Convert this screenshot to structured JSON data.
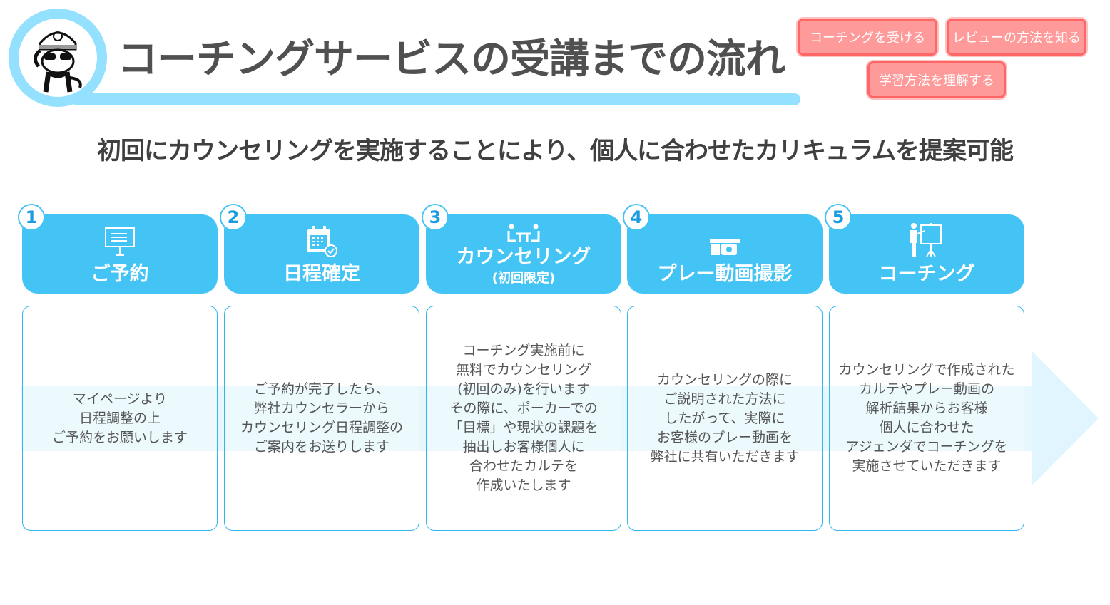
{
  "header": {
    "title": "コーチングサービスの受講までの流れ",
    "logo": "monkey-mascot-logo"
  },
  "buttons": [
    {
      "label": "コーチングを受ける"
    },
    {
      "label": "レビューの方法を知る"
    },
    {
      "label": "学習方法を理解する"
    }
  ],
  "subtitle": "初回にカウンセリングを実施することにより、個人に合わせたカリキュラムを提案可能",
  "colors": {
    "accent": "#44C4F4",
    "ring": "#94E0FF",
    "button": "#FF9A9A",
    "button_border": "#FF6666"
  },
  "steps": [
    {
      "number": "1",
      "label": "ご予約",
      "sub": "",
      "icon": "easel-board-icon",
      "text": "マイページより\n日程調整の上\nご予約をお願いします"
    },
    {
      "number": "2",
      "label": "日程確定",
      "sub": "",
      "icon": "calendar-check-icon",
      "text": "ご予約が完了したら、\n弊社カウンセラーから\nカウンセリング日程調整の\nご案内をお送りします"
    },
    {
      "number": "3",
      "label": "カウンセリング",
      "sub": "(初回限定)",
      "icon": "meeting-table-icon",
      "text": "コーチング実施前に\n無料でカウンセリング\n(初回のみ)を行います\nその際に、ポーカーでの\n「目標」や現状の課題を\n抽出しお客様個人に\n合わせたカルテを\n作成いたします"
    },
    {
      "number": "4",
      "label": "プレー動画撮影",
      "sub": "",
      "icon": "video-camera-icon",
      "text": "カウンセリングの際に\nご説明された方法に\nしたがって、実際に\nお客様のプレー動画を\n弊社に共有いただきます"
    },
    {
      "number": "5",
      "label": "コーチング",
      "sub": "",
      "icon": "presentation-icon",
      "text": "カウンセリングで作成された\nカルテやプレー動画の\n解析結果からお客様\n個人に合わせた\nアジェンダでコーチングを\n実施させていただきます"
    }
  ]
}
